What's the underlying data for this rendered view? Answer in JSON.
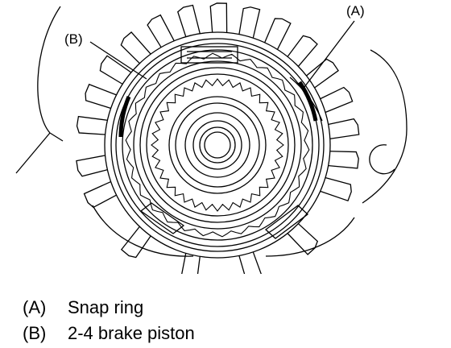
{
  "callouts": {
    "a": "(A)",
    "b": "(B)"
  },
  "legend": [
    {
      "key": "(A)",
      "text": "Snap ring"
    },
    {
      "key": "(B)",
      "text": "2-4 brake piston"
    }
  ]
}
